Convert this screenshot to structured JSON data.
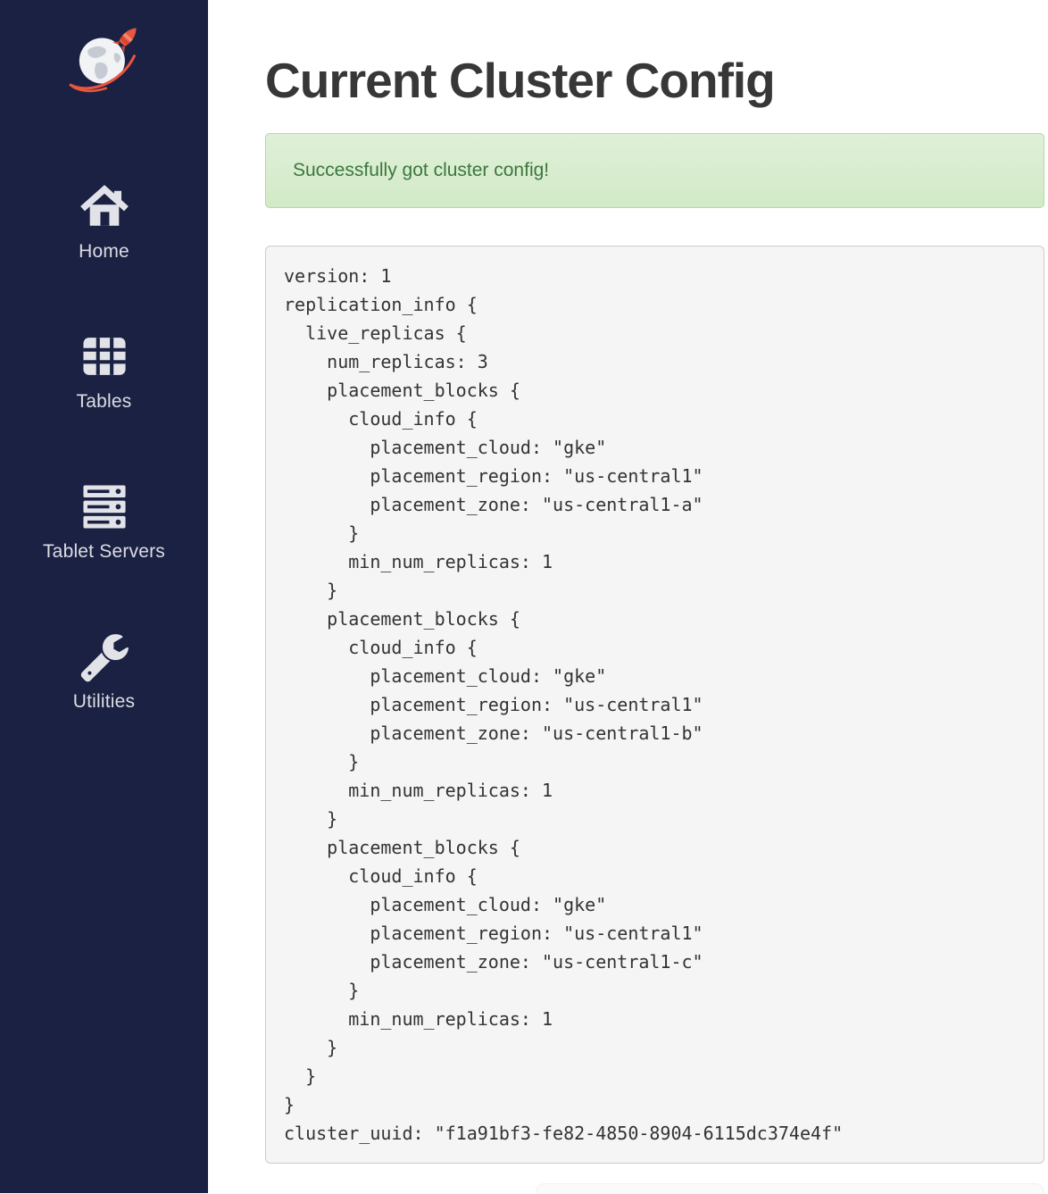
{
  "sidebar": {
    "logo_icon": "globe-rocket-logo-icon",
    "colors": {
      "background": "#1b2143",
      "text": "#dcdde3",
      "icon": "#e2e3e9"
    },
    "items": [
      {
        "label": "Home",
        "icon": "home-icon"
      },
      {
        "label": "Tables",
        "icon": "table-grid-icon"
      },
      {
        "label": "Tablet Servers",
        "icon": "server-stack-icon"
      },
      {
        "label": "Utilities",
        "icon": "wrench-icon"
      }
    ]
  },
  "main": {
    "title": "Current Cluster Config",
    "alert": {
      "type": "success",
      "message": "Successfully got cluster config!",
      "text_color": "#3c763d",
      "background": "#dff0d8",
      "border": "#b2dba1"
    },
    "config": {
      "background": "#f5f5f5",
      "border": "#cccccc",
      "text": "version: 1\nreplication_info {\n  live_replicas {\n    num_replicas: 3\n    placement_blocks {\n      cloud_info {\n        placement_cloud: \"gke\"\n        placement_region: \"us-central1\"\n        placement_zone: \"us-central1-a\"\n      }\n      min_num_replicas: 1\n    }\n    placement_blocks {\n      cloud_info {\n        placement_cloud: \"gke\"\n        placement_region: \"us-central1\"\n        placement_zone: \"us-central1-b\"\n      }\n      min_num_replicas: 1\n    }\n    placement_blocks {\n      cloud_info {\n        placement_cloud: \"gke\"\n        placement_region: \"us-central1\"\n        placement_zone: \"us-central1-c\"\n      }\n      min_num_replicas: 1\n    }\n  }\n}\ncluster_uuid: \"f1a91bf3-fe82-4850-8904-6115dc374e4f\""
    }
  },
  "colors": {
    "accent_orange": "#e8563f"
  }
}
